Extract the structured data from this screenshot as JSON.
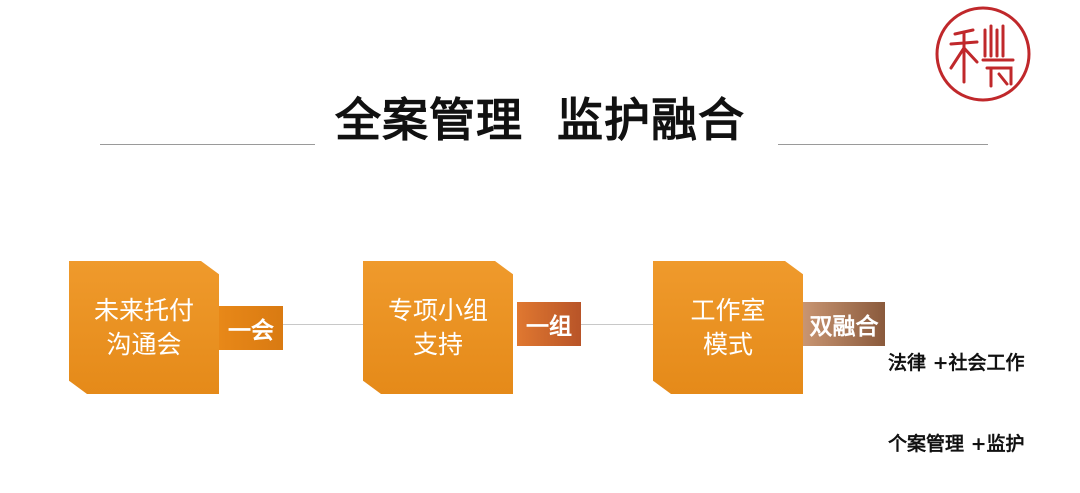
{
  "header": {
    "title": "全案管理  监护融合",
    "logo_name": "seal-logo",
    "logo_color": "#c0282b"
  },
  "flow": {
    "step1": {
      "line1": "未来托付",
      "line2": "沟通会",
      "tag": "一会"
    },
    "step2": {
      "line1": "专项小组",
      "line2": "支持",
      "tag": "一组"
    },
    "step3": {
      "line1": "工作室",
      "line2": "模式",
      "tag": "双融合"
    }
  },
  "descriptions": {
    "line1": "法律 +社会工作",
    "line2": "个案管理 +监护"
  },
  "colors": {
    "box": "#e8901f",
    "tag_orange": "#e88818",
    "tag_rust": "#c8602a",
    "tag_brown": "#9a6a4c"
  }
}
